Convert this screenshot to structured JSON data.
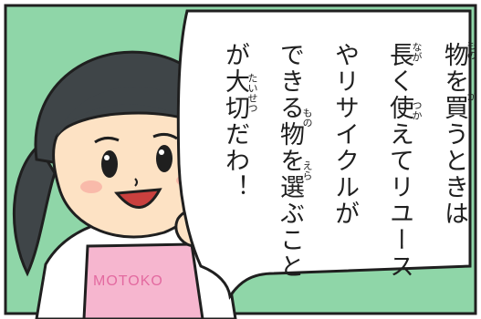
{
  "speech": {
    "lines": [
      "物を買うときは",
      "長く使えてリユース",
      "やリサイクルが",
      "できる物を選ぶこと",
      "が大切だわ！"
    ],
    "furigana": {
      "mono1": "もの",
      "ka": "か",
      "naga": "なが",
      "tsuka": "つか",
      "mono2": "もの",
      "era": "えら",
      "taisetsu": "たいせつ"
    }
  },
  "character": {
    "apron_text": "MOTOKO"
  },
  "colors": {
    "background_green": "#8fd6a8",
    "hair": "#3f4548",
    "skin": "#fde2c4",
    "apron": "#f6b6cf",
    "apron_text": "#e36aa0",
    "outline": "#1f1f1f"
  }
}
